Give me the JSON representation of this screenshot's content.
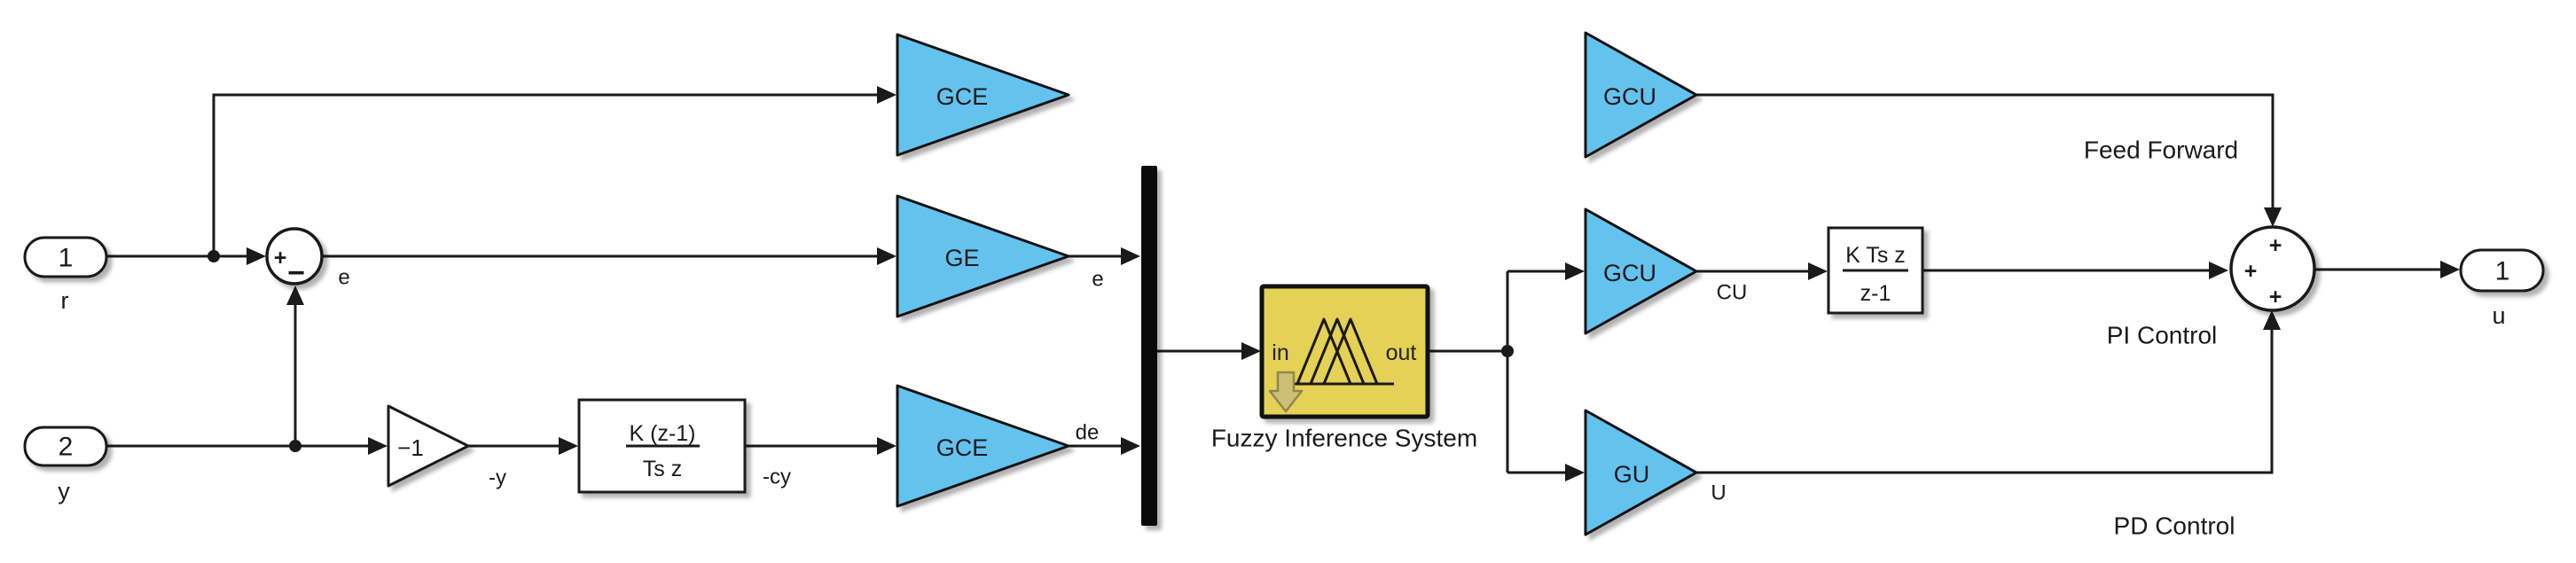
{
  "colors": {
    "canvas": "#FFFFFF",
    "line": "#1A1A1A",
    "block_fill": "#FFFFFF",
    "block_stroke": "#1A1A1A",
    "gain_fill": "#64C2EE",
    "gain_stroke": "#121212",
    "mux_fill": "#0A0A0A",
    "fis_fill": "#E4D155",
    "fis_arrow_fill": "#CDC076",
    "fis_arrow_stroke": "#8F874D"
  },
  "inport1": {
    "number": "1",
    "name": "r"
  },
  "inport2": {
    "number": "2",
    "name": "y"
  },
  "outport": {
    "number": "1",
    "name": "u"
  },
  "sum_left": {
    "sign_plus": "+",
    "sign_minus": "−",
    "out_label": "e"
  },
  "sum_right": {
    "sign_top": "+",
    "sign_left": "+",
    "sign_bottom": "+"
  },
  "gains": {
    "gce_top": {
      "label": "GCE"
    },
    "ge": {
      "label": "GE",
      "out_label": "e"
    },
    "gce_bottom": {
      "label": "GCE",
      "out_label": "de"
    },
    "neg1": {
      "label": "−1",
      "out_label": "-y"
    },
    "gcu_top": {
      "label": "GCU"
    },
    "gcu_mid": {
      "label": "GCU",
      "out_label": "CU"
    },
    "gu": {
      "label": "GU",
      "out_label": "U"
    }
  },
  "tf_deriv": {
    "num": "K (z-1)",
    "den": "Ts z",
    "out_label": "-cy"
  },
  "tf_integ": {
    "num": "K Ts z",
    "den": "z-1"
  },
  "fis": {
    "in_label": "in",
    "out_label": "out",
    "name": "Fuzzy Inference System"
  },
  "annotations": {
    "feed_forward": "Feed Forward",
    "pi_control": "PI Control",
    "pd_control": "PD Control"
  }
}
